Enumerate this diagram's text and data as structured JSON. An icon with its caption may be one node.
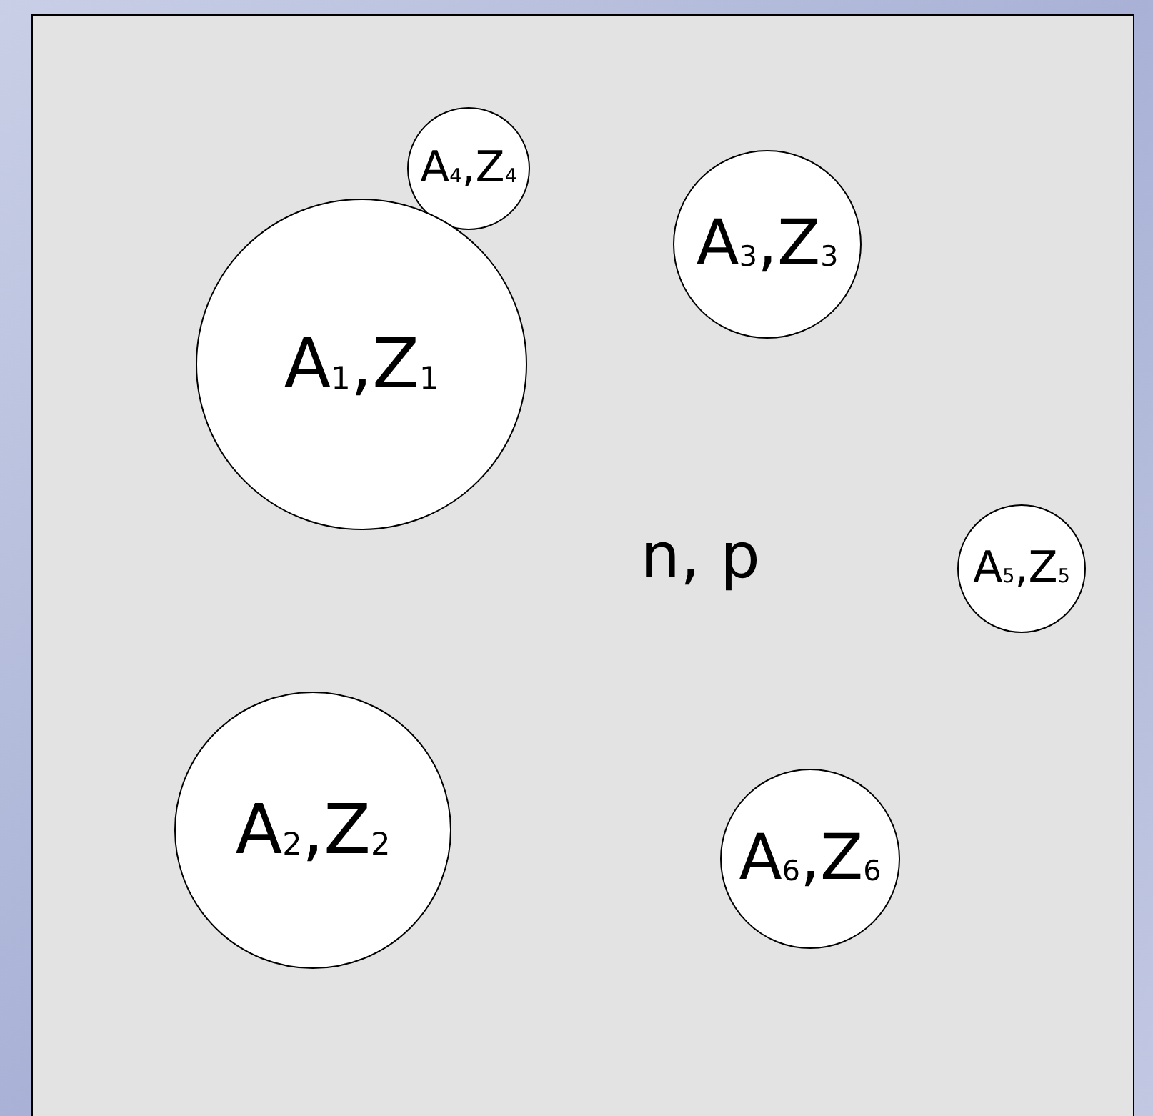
{
  "diagram": {
    "nodes": [
      {
        "text": [],
        "shape": "box"
      },
      {
        "text": [
          "A$_{4}$,Z$_{4}$"
        ],
        "in": 0
      },
      {
        "text": [
          "A$_{3}$,Z$_{3}$"
        ],
        "in": 0
      },
      {
        "text": [
          "A$_{1}$,Z$_{1}$"
        ],
        "in": 0
      },
      {
        "text": [
          "A$_{5}$,Z$_{5}$"
        ],
        "in": 0
      },
      {
        "text": [
          "A$_{2}$,Z$_{2}$"
        ],
        "in": 0
      },
      {
        "text": [
          "A$_{6}$,Z$_{6}$"
        ],
        "in": 0
      }
    ],
    "labels": [
      "n, p"
    ]
  }
}
